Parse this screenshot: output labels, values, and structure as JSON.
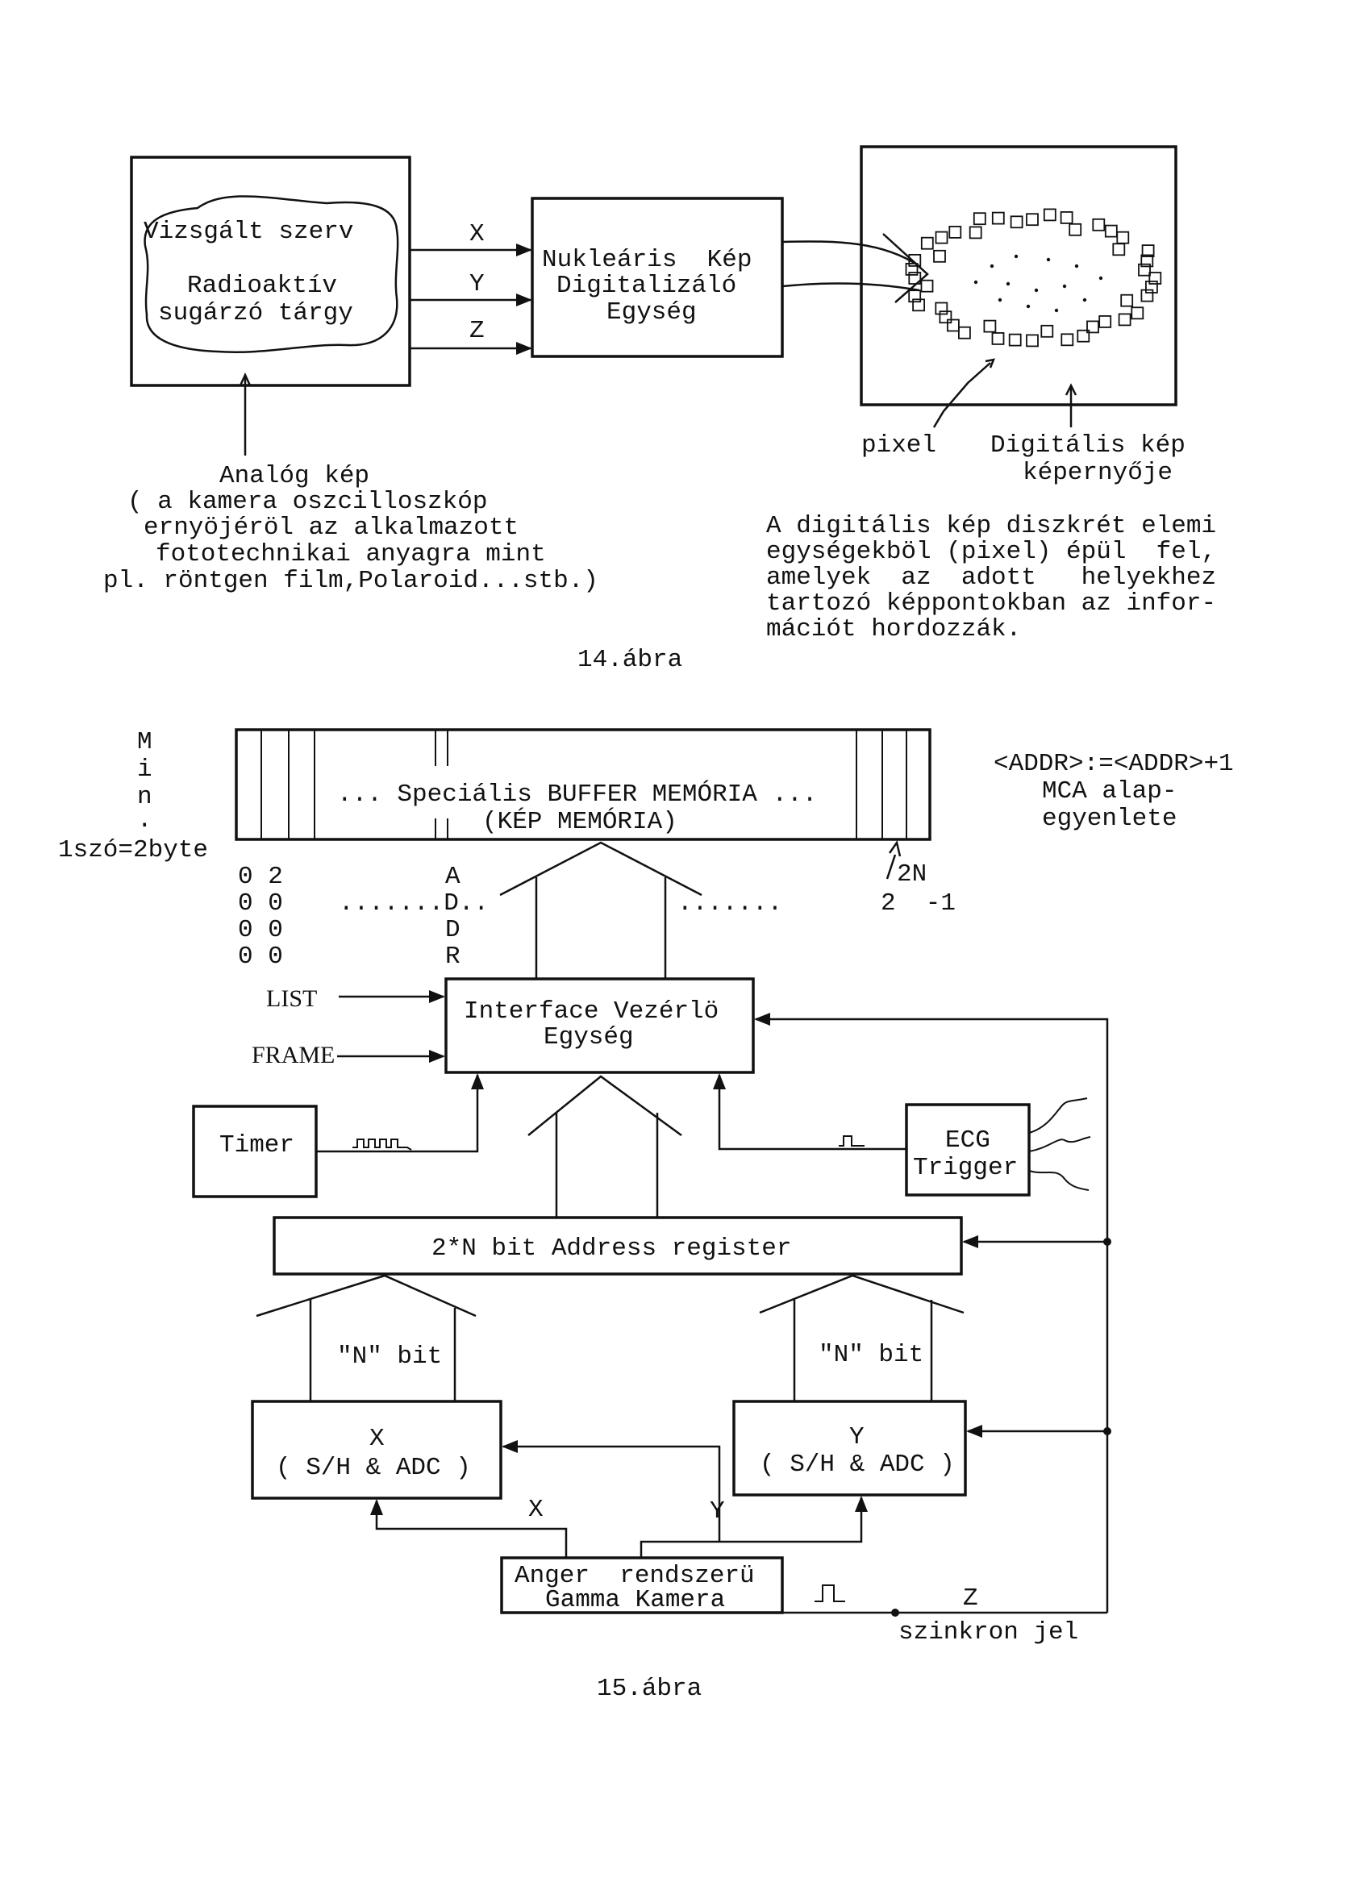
{
  "fig14": {
    "organ_lines": [
      "Vizsgált szerv",
      "Radioaktív",
      "sugárzó tárgy"
    ],
    "signal_labels": [
      "X",
      "Y",
      "Z"
    ],
    "digitizer_lines": [
      "Nukleáris  Kép",
      "Digitalizáló",
      "Egység"
    ],
    "pixel_label": "pixel",
    "screen_label_lines": [
      "Digitális kép",
      "képernyője"
    ],
    "analog_caption_lines": [
      "Analóg kép",
      "( a kamera oszcilloszkóp",
      "ernyöjéröl az alkalmazott",
      "fototechnikai anyagra mint",
      "pl. röntgen film,Polaroid...stb.)"
    ],
    "digital_caption_lines": [
      "A digitális kép diszkrét elemi",
      "egységekböl (pixel) épül  fel,",
      "amelyek  az  adott   helyekhez",
      "tartozó képpontokban az infor-",
      "mációt hordozzák."
    ],
    "caption": "14.ábra"
  },
  "fig15": {
    "side_label_chars": [
      "M",
      "i",
      "n",
      "."
    ],
    "word_size": "1szó=2byte",
    "buffer_lines": [
      "... Speciális BUFFER MEMÓRIA ...",
      "(KÉP MEMÓRIA)"
    ],
    "mca_lines": [
      "<ADDR>:=<ADDR>+1",
      "MCA alap-",
      "egyenlete"
    ],
    "addr_columns": [
      "0 2",
      "0 0",
      "0 0",
      "0 0"
    ],
    "addr_dots_left": ".......D..",
    "addr_dots_right": ".......",
    "addr_letters": [
      "A",
      "D",
      "R"
    ],
    "top_addr_exp": "2N",
    "top_addr_base": "2  -1",
    "list_label": "LIST",
    "frame_label": "FRAME",
    "interface_lines": [
      "Interface Vezérlö",
      "Egység"
    ],
    "timer_label": "Timer",
    "ecg_lines": [
      "ECG",
      "Trigger"
    ],
    "address_register": "2*N bit Address register",
    "nbit_label": "\"N\" bit",
    "x_adc_lines": [
      "X",
      "( S/H & ADC )"
    ],
    "y_adc_lines": [
      "Y",
      "( S/H & ADC )"
    ],
    "x_label": "X",
    "y_label": "Y",
    "z_label": "Z",
    "camera_lines": [
      "Anger  rendszerü",
      "Gamma Kamera"
    ],
    "sync_label": "szinkron jel",
    "caption": "15.ábra"
  }
}
